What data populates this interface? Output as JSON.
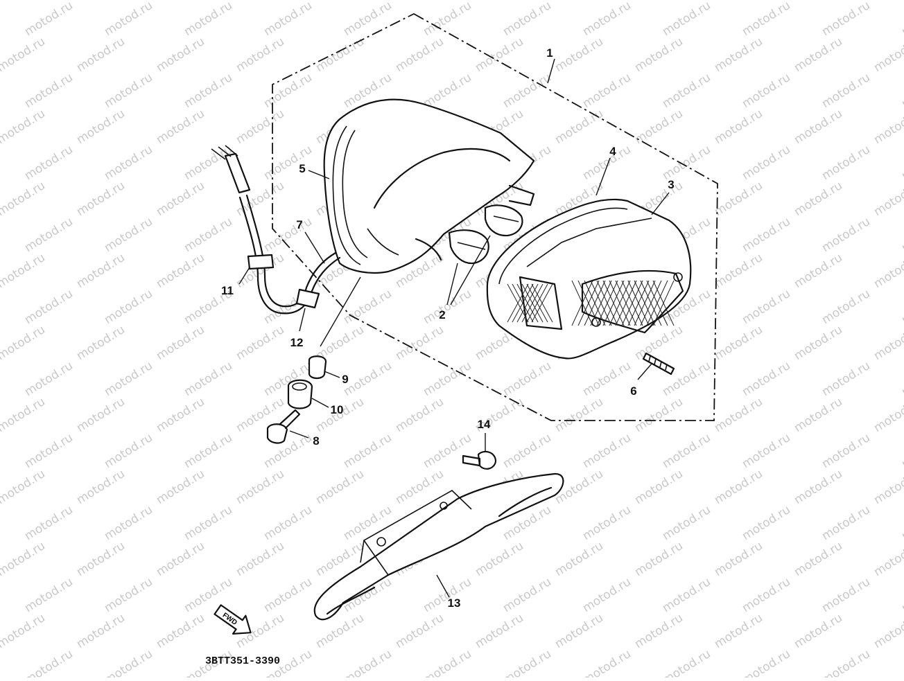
{
  "callouts": [
    {
      "id": "1",
      "label": "1"
    },
    {
      "id": "2",
      "label": "2"
    },
    {
      "id": "3",
      "label": "3"
    },
    {
      "id": "4",
      "label": "4"
    },
    {
      "id": "5",
      "label": "5"
    },
    {
      "id": "6",
      "label": "6"
    },
    {
      "id": "7",
      "label": "7"
    },
    {
      "id": "8",
      "label": "8"
    },
    {
      "id": "9",
      "label": "9"
    },
    {
      "id": "10",
      "label": "10"
    },
    {
      "id": "11",
      "label": "11"
    },
    {
      "id": "12",
      "label": "12"
    },
    {
      "id": "13",
      "label": "13"
    },
    {
      "id": "14",
      "label": "14"
    }
  ],
  "part_code": "3BTT351-3390",
  "fwd_label": "FWD",
  "watermark": "motod.ru"
}
